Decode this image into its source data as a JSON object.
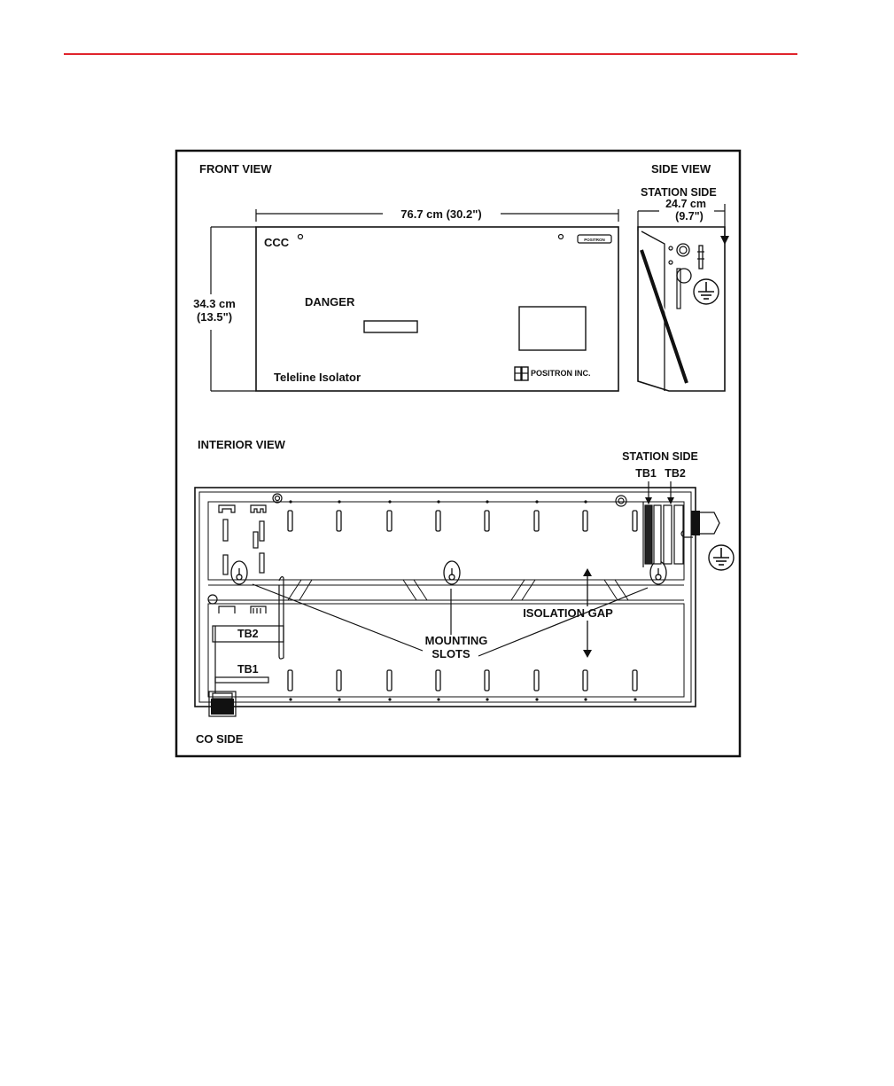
{
  "colors": {
    "accent_rule": "#e0242c",
    "ink": "#111111"
  },
  "front_view": {
    "heading": "FRONT VIEW",
    "width_dim": "76.7 cm (30.2\")",
    "height_dim_1": "34.3 cm",
    "height_dim_2": "(13.5\")",
    "ccc": "CCC",
    "danger": "DANGER",
    "product": "Teleline Isolator",
    "small_logo": "POSITRON",
    "brand": "POSITRON INC."
  },
  "side_view": {
    "heading": "SIDE VIEW",
    "station_side": "STATION SIDE",
    "depth_dim_1": "24.7 cm",
    "depth_dim_2": "(9.7\")"
  },
  "interior_view": {
    "heading": "INTERIOR VIEW",
    "station_side": "STATION SIDE",
    "tb1_top": "TB1",
    "tb2_top": "TB2",
    "tb2_left": "TB2",
    "tb1_left": "TB1",
    "isolation_gap": "ISOLATION GAP",
    "mounting_1": "MOUNTING",
    "mounting_2": "SLOTS",
    "co_side": "CO SIDE"
  },
  "icons": [
    "ground-symbol-icon",
    "ground-symbol-icon"
  ]
}
